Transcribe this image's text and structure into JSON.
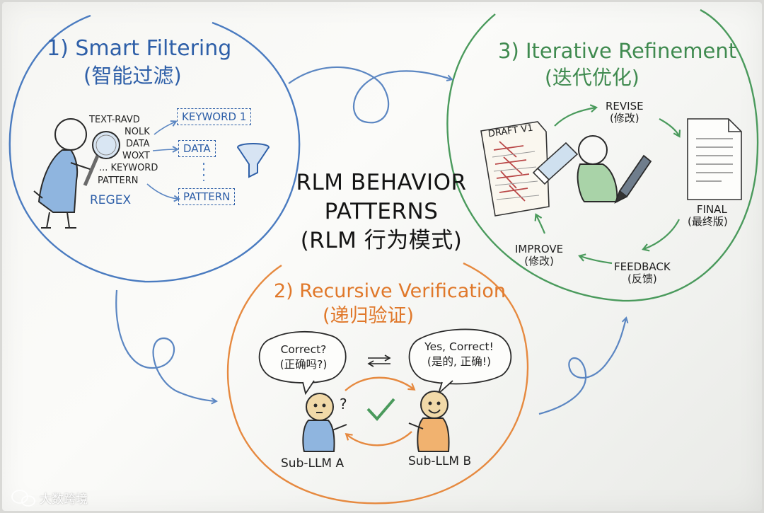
{
  "center": {
    "line1": "RLM BEHAVIOR",
    "line2": "PATTERNS",
    "line3": "(RLM 行为模式)"
  },
  "section1": {
    "title": "1) Smart Filtering",
    "subtitle": "(智能过滤)",
    "text_lines": [
      "TEXT-RAVD",
      "NOLK",
      "DATA",
      "WOXT",
      "... KEYWORD",
      "PATTERN"
    ],
    "label": "REGEX",
    "chips": [
      "KEYWORD 1",
      "DATA",
      "PATTERN"
    ],
    "color": "#2e5fa8"
  },
  "section2": {
    "title": "2) Recursive Verification",
    "subtitle": "(递归验证)",
    "bubble_a": [
      "Correct?",
      "(正确吗?)"
    ],
    "bubble_b": [
      "Yes, Correct!",
      "(是的, 正确!)"
    ],
    "question_mark": "?",
    "agent_a": "Sub-LLM A",
    "agent_b": "Sub-LLM B",
    "color": "#e0782a"
  },
  "section3": {
    "title": "3) Iterative Refinement",
    "subtitle": "(迭代优化)",
    "draft_label": "DRAFT V1",
    "steps": {
      "revise": [
        "REVISE",
        "(修改)"
      ],
      "final": [
        "FINAL",
        "(最终版)"
      ],
      "feedback": [
        "FEEDBACK",
        "(反馈)"
      ],
      "improve": [
        "IMPROVE",
        "(修改)"
      ]
    },
    "color": "#3f8a4f"
  },
  "watermark": "大数跨境",
  "icons": [
    "magnifier-icon",
    "funnel-icon",
    "eraser-icon",
    "pen-icon",
    "document-icon",
    "checkmark-icon",
    "wechat-icon"
  ]
}
